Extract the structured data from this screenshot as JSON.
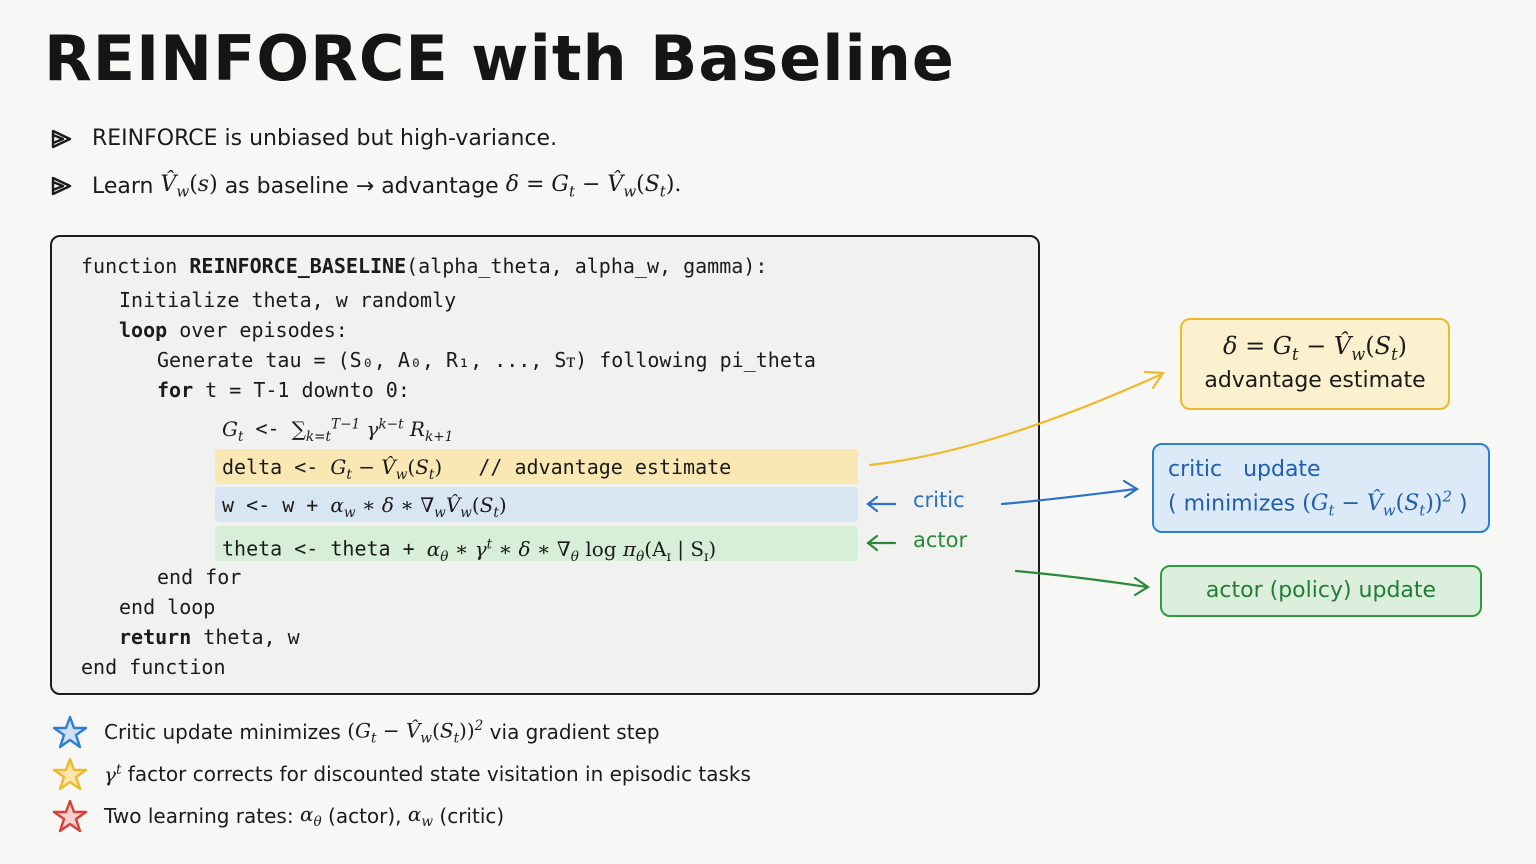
{
  "title": "REINFORCE with Baseline",
  "bullets": {
    "b1": "REINFORCE is unbiased but high-variance.",
    "b2_a": "Learn",
    "b2_b": "as baseline → advantage"
  },
  "code": {
    "l1_kw": "function",
    "l1_name": "REINFORCE_BASELINE",
    "l1_args": "(alpha_theta, alpha_w, gamma):",
    "l2": "Initialize theta, w randomly",
    "l3_kw": "loop",
    "l3_rest": "over episodes:",
    "l4": "Generate tau = (S₀, A₀, R₁, ..., Sᴛ) following pi_theta",
    "l5_kw": "for",
    "l5_rest": "t = T-1 downto 0:",
    "l6_arrow": "<-",
    "l7_a": "delta <-",
    "l7_comment": "// advantage estimate",
    "l8_a": "w <- w +",
    "l9_a": "theta <- theta +",
    "l10": "end for",
    "l11": "end loop",
    "l12_kw": "return",
    "l12_rest": "theta, w",
    "l13": "end function"
  },
  "labels": {
    "critic": "critic",
    "actor": "actor"
  },
  "callouts": {
    "yellow_sub": "advantage estimate",
    "blue_title": "critic   update",
    "blue_open": "( minimizes",
    "blue_close": ")",
    "green": "actor (policy) update"
  },
  "notes": {
    "n1_a": "Critic update minimizes",
    "n1_b": "via gradient step",
    "n2": "factor corrects for discounted state visitation in episodic tasks",
    "n3_a": "Two learning rates:",
    "n3_b": "(actor),",
    "n3_c": "(critic)"
  },
  "colors": {
    "yellow": "#f0b92c",
    "blue": "#2f7fd0",
    "green": "#2e9b42",
    "red": "#d9403a"
  }
}
